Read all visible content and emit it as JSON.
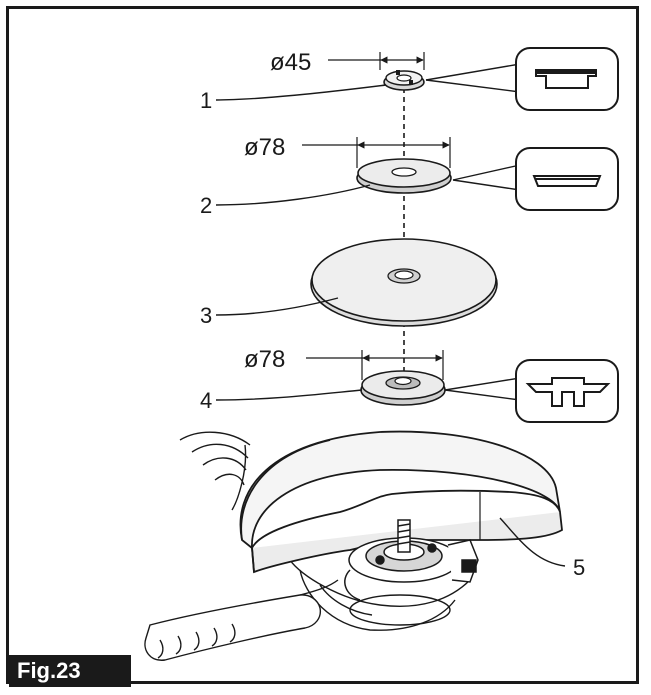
{
  "figure": {
    "label": "Fig.23",
    "diameters": {
      "d1": "ø45",
      "d2": "ø78",
      "d4": "ø78"
    },
    "callouts": [
      "1",
      "2",
      "3",
      "4",
      "5"
    ]
  },
  "colors": {
    "ink": "#1a1a1a",
    "background": "#ffffff",
    "part_shade": "#e9e9e9"
  }
}
